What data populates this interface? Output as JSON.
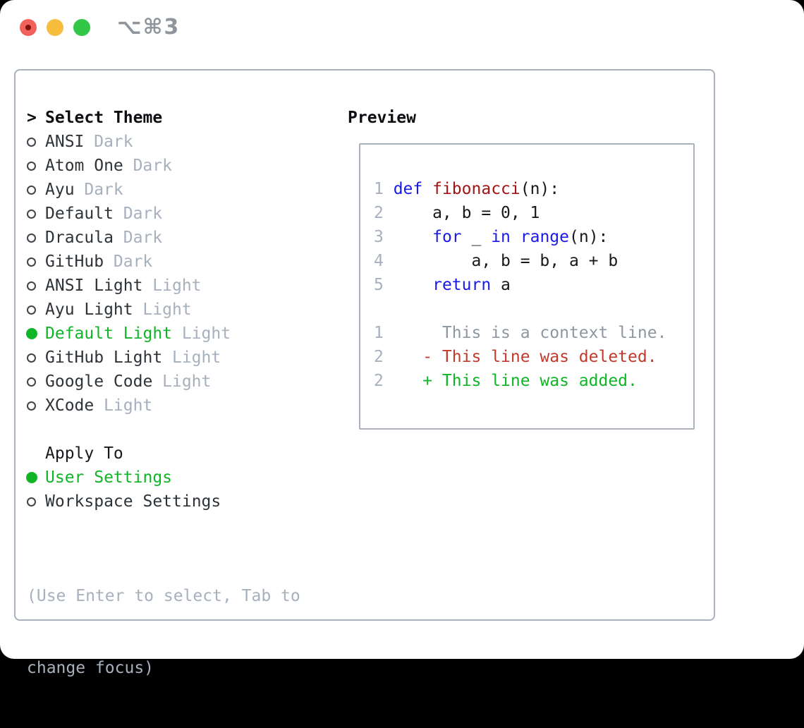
{
  "window": {
    "title": "⌥⌘3"
  },
  "theme_list": {
    "header_prompt": ">",
    "header": "Select Theme",
    "items": [
      {
        "name": "ANSI",
        "tag": "Dark",
        "selected": false
      },
      {
        "name": "Atom One",
        "tag": "Dark",
        "selected": false
      },
      {
        "name": "Ayu",
        "tag": "Dark",
        "selected": false
      },
      {
        "name": "Default",
        "tag": "Dark",
        "selected": false
      },
      {
        "name": "Dracula",
        "tag": "Dark",
        "selected": false
      },
      {
        "name": "GitHub",
        "tag": "Dark",
        "selected": false
      },
      {
        "name": "ANSI Light",
        "tag": "Light",
        "selected": false
      },
      {
        "name": "Ayu Light",
        "tag": "Light",
        "selected": false
      },
      {
        "name": "Default Light",
        "tag": "Light",
        "selected": true,
        "marker_cls": "dotsel",
        "name_cls": "name sel"
      },
      {
        "name": "GitHub Light",
        "tag": "Light",
        "selected": false
      },
      {
        "name": "Google Code",
        "tag": "Light",
        "selected": false
      },
      {
        "name": "XCode",
        "tag": "Light",
        "selected": false
      }
    ]
  },
  "apply_to": {
    "header": "Apply To",
    "items": [
      {
        "name": "User Settings",
        "selected": true,
        "marker_cls": "dotsel",
        "name_cls": "name sel"
      },
      {
        "name": "Workspace Settings",
        "selected": false
      }
    ]
  },
  "hint": {
    "line1": "(Use Enter to select, Tab to",
    "line2": "change focus)"
  },
  "preview": {
    "title": "Preview",
    "code_lines": [
      {
        "num": "1",
        "segments": [
          {
            "t": " "
          },
          {
            "t": "def",
            "cls": "seg kw"
          },
          {
            "t": " "
          },
          {
            "t": "fibonacci",
            "cls": "seg fn"
          },
          {
            "t": "(n):"
          }
        ]
      },
      {
        "num": "2",
        "segments": [
          {
            "t": "     a, b = 0, 1"
          }
        ]
      },
      {
        "num": "3",
        "segments": [
          {
            "t": "     "
          },
          {
            "t": "for",
            "cls": "seg kw"
          },
          {
            "t": " _ "
          },
          {
            "t": "in",
            "cls": "seg kw"
          },
          {
            "t": " "
          },
          {
            "t": "range",
            "cls": "seg kw"
          },
          {
            "t": "(n):"
          }
        ]
      },
      {
        "num": "4",
        "segments": [
          {
            "t": "         a, b = b, a + b"
          }
        ]
      },
      {
        "num": "5",
        "segments": [
          {
            "t": "     "
          },
          {
            "t": "return",
            "cls": "seg kw"
          },
          {
            "t": " a"
          }
        ]
      },
      {
        "num": "",
        "segments": [
          {
            "t": ""
          }
        ]
      },
      {
        "num": "1",
        "segments": [
          {
            "t": "      This is a context line.",
            "cls": "seg ctx"
          }
        ]
      },
      {
        "num": "2",
        "segments": [
          {
            "t": "    - This line was deleted.",
            "cls": "seg del"
          }
        ]
      },
      {
        "num": "2",
        "segments": [
          {
            "t": "    + This line was added.",
            "cls": "seg add"
          }
        ]
      }
    ]
  },
  "colors": {
    "selection_green": "#10b527",
    "keyword_blue": "#1a1ae8",
    "function_red": "#a31515",
    "deleted_red": "#c23a2b",
    "added_green": "#10b527",
    "muted_gray": "#a7b0bd",
    "context_gray": "#8e97a1",
    "border_gray": "#a9b1bd",
    "traffic_red": "#f2625d",
    "traffic_yellow": "#f6bd3f",
    "traffic_green": "#33c748"
  }
}
